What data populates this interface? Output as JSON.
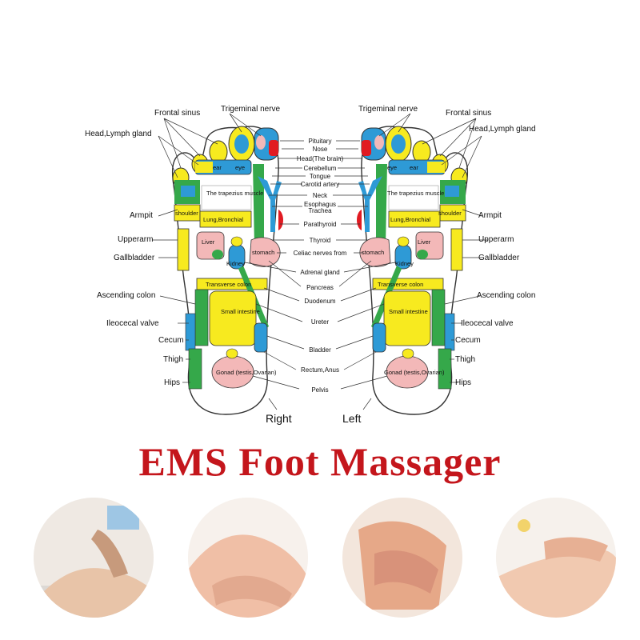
{
  "title": "EMS Foot Massager",
  "feet": {
    "right_caption": "Right",
    "left_caption": "Left"
  },
  "outer_labels": {
    "left_side": [
      "Frontal sinus",
      "Trigeminal nerve",
      "Head,Lymph gland",
      "Armpit",
      "Upperarm",
      "Gallbladder",
      "Ascending colon",
      "Ileocecal valve",
      "Cecum",
      "Thigh",
      "Hips"
    ],
    "right_side": [
      "Trigeminal nerve",
      "Frontal sinus",
      "Head,Lymph gland",
      "Armpit",
      "Upperarm",
      "Gallbladder",
      "Ascending colon",
      "Ileocecal valve",
      "Cecum",
      "Thigh",
      "Hips"
    ]
  },
  "center_labels": [
    "Pituitary",
    "Nose",
    "Head(The brain)",
    "Cerebellum",
    "Tongue",
    "Carotid artery",
    "Neck",
    "Esophagus",
    "Trachea",
    "Parathyroid",
    "Thyroid",
    "Celiac nerves from",
    "Adrenal gland",
    "Pancreas",
    "Duodenum",
    "Ureter",
    "Bladder",
    "Rectum,Anus",
    "Pelvis"
  ],
  "zone_labels": {
    "eye": "eye",
    "ear": "ear",
    "trapezius": "The trapezius muscle",
    "shoulder": "shoulder",
    "lung": "Lung,Bronchial",
    "liver": "Liver",
    "stomach": "stomach",
    "kidney": "Kidney",
    "transverse_colon": "Transverse colon",
    "small_intestine": "Small intestine",
    "gonad": "Gonad (testis,Ovarian)"
  },
  "colors": {
    "title": "#c4161c",
    "yellow": "#f7ea1f",
    "green": "#35a84a",
    "blue": "#2e9ad6",
    "pink": "#f3b8b8",
    "red": "#e11b22"
  }
}
